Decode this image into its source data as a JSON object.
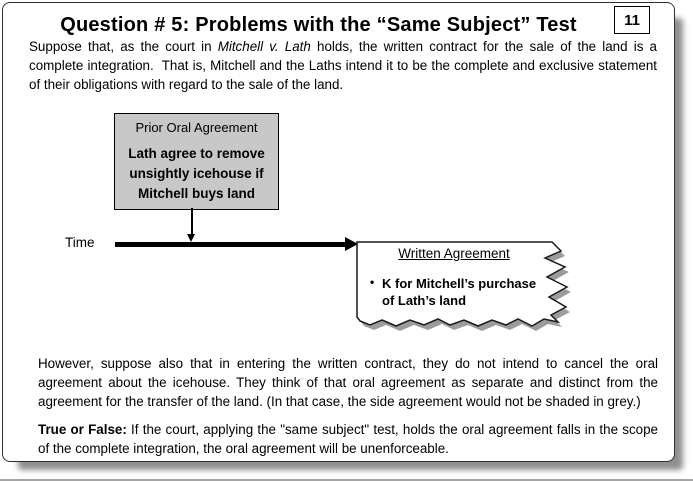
{
  "slide": {
    "title": "Question # 5: Problems with the “Same Subject” Test",
    "page_number": "11",
    "intro_paragraph": [
      {
        "text": "Suppose that, as the court in "
      },
      {
        "text": "Mitchell v. Lath",
        "italic": true
      },
      {
        "text": " holds, the written contract for the sale of the land is a complete integration.  That is, Mitchell and the Laths intend it to be the complete and exclusive statement of their obligations with regard to the sale of the land."
      }
    ],
    "diagram": {
      "oral_box_title": "Prior Oral Agreement",
      "oral_box_body": "Lath agree to remove unsightly icehouse if Mitchell buys land",
      "timeline_label": "Time",
      "written_box_title": "Written Agreement",
      "written_box_bullet": "K for Mitchell’s purchase of Lath’s land",
      "bullet_glyph": "•"
    },
    "body_paragraph": "However, suppose also that in entering the written contract, they do not intend to cancel the oral agreement about the icehouse. They think of that oral agreement as separate and distinct from the agreement for the transfer of the land. (In that case, the side agreement would not be shaded in grey.)",
    "question_paragraph": [
      {
        "text": "True or False:",
        "bold": true
      },
      {
        "text": " If the court, applying the \"same subject\" test, holds the oral agreement falls in the scope of the complete integration, the oral agreement will be unenforceable."
      }
    ]
  },
  "colors": {
    "oral_box_fill": "#C8C8C8",
    "box_border": "#000000",
    "slide_border": "#2E2E2E",
    "shadow": "#8F8F8F",
    "text": "#000000",
    "background": "#FFFFFF"
  }
}
